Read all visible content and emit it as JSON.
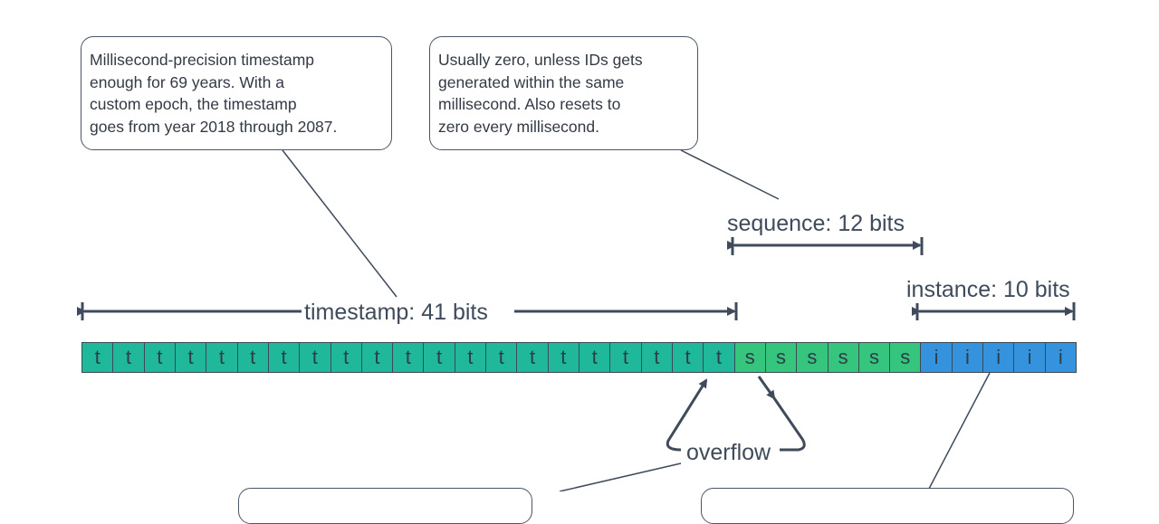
{
  "notes": {
    "timestamp": "Millisecond-precision timestamp\nenough for 69 years. With a\ncustom epoch, the timestamp\ngoes from year 2018 through 2087.",
    "sequence": "Usually zero, unless IDs gets\ngenerated within the same\nmillisecond. Also resets to\nzero every millisecond."
  },
  "labels": {
    "timestamp": "timestamp: 41 bits",
    "sequence": "sequence: 12 bits",
    "instance": "instance: 10 bits",
    "overflow": "overflow"
  },
  "bits": {
    "timestamp_char": "t",
    "timestamp_count": 21,
    "sequence_char": "s",
    "sequence_count": 6,
    "instance_char": "i",
    "instance_count": 5
  },
  "colors": {
    "timestamp": "#1fb89a",
    "sequence": "#35c57c",
    "instance": "#3593dd",
    "line": "#3f4b5b"
  }
}
